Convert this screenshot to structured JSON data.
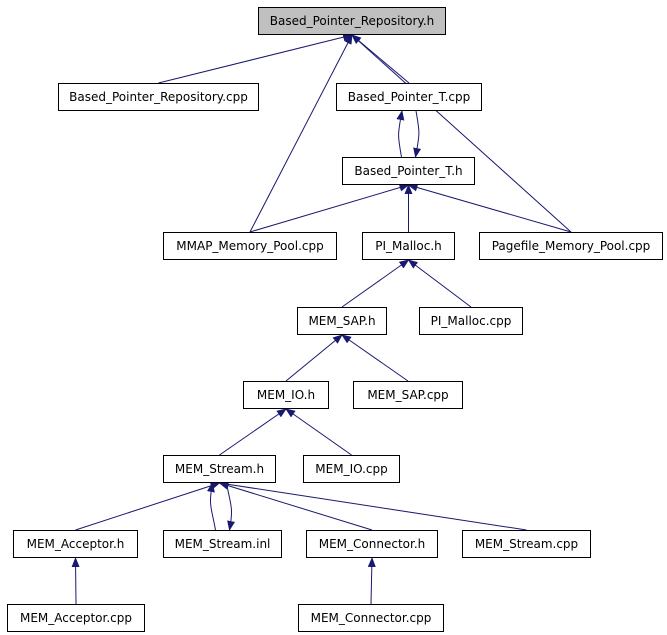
{
  "diagram": {
    "nodes": [
      {
        "id": "bpr_h",
        "label": "Based_Pointer_Repository.h",
        "highlighted": true
      },
      {
        "id": "bpr_cpp",
        "label": "Based_Pointer_Repository.cpp"
      },
      {
        "id": "bpt_cpp",
        "label": "Based_Pointer_T.cpp"
      },
      {
        "id": "bpt_h",
        "label": "Based_Pointer_T.h"
      },
      {
        "id": "mmap_cpp",
        "label": "MMAP_Memory_Pool.cpp"
      },
      {
        "id": "pi_h",
        "label": "PI_Malloc.h"
      },
      {
        "id": "pagefile_cpp",
        "label": "Pagefile_Memory_Pool.cpp"
      },
      {
        "id": "memsap_h",
        "label": "MEM_SAP.h"
      },
      {
        "id": "pi_cpp",
        "label": "PI_Malloc.cpp"
      },
      {
        "id": "memio_h",
        "label": "MEM_IO.h"
      },
      {
        "id": "memsap_cpp",
        "label": "MEM_SAP.cpp"
      },
      {
        "id": "memstream_h",
        "label": "MEM_Stream.h"
      },
      {
        "id": "memio_cpp",
        "label": "MEM_IO.cpp"
      },
      {
        "id": "memacc_h",
        "label": "MEM_Acceptor.h"
      },
      {
        "id": "memstream_inl",
        "label": "MEM_Stream.inl"
      },
      {
        "id": "memconn_h",
        "label": "MEM_Connector.h"
      },
      {
        "id": "memstream_cpp",
        "label": "MEM_Stream.cpp"
      },
      {
        "id": "memacc_cpp",
        "label": "MEM_Acceptor.cpp"
      },
      {
        "id": "memconn_cpp",
        "label": "MEM_Connector.cpp"
      }
    ],
    "edges": [
      {
        "from": "bpr_cpp",
        "to": "bpr_h"
      },
      {
        "from": "mmap_cpp",
        "to": "bpr_h"
      },
      {
        "from": "bpt_cpp",
        "to": "bpr_h"
      },
      {
        "from": "pagefile_cpp",
        "to": "bpr_h"
      },
      {
        "from": "bpt_h",
        "to": "bpt_cpp"
      },
      {
        "from": "bpt_cpp",
        "to": "bpt_h"
      },
      {
        "from": "mmap_cpp",
        "to": "bpt_h"
      },
      {
        "from": "pi_h",
        "to": "bpt_h"
      },
      {
        "from": "pagefile_cpp",
        "to": "bpt_h"
      },
      {
        "from": "memsap_h",
        "to": "pi_h"
      },
      {
        "from": "pi_cpp",
        "to": "pi_h"
      },
      {
        "from": "memio_h",
        "to": "memsap_h"
      },
      {
        "from": "memsap_cpp",
        "to": "memsap_h"
      },
      {
        "from": "memstream_h",
        "to": "memio_h"
      },
      {
        "from": "memio_cpp",
        "to": "memio_h"
      },
      {
        "from": "memacc_h",
        "to": "memstream_h"
      },
      {
        "from": "memstream_inl",
        "to": "memstream_h"
      },
      {
        "from": "memstream_h",
        "to": "memstream_inl"
      },
      {
        "from": "memconn_h",
        "to": "memstream_h"
      },
      {
        "from": "memstream_cpp",
        "to": "memstream_h"
      },
      {
        "from": "memacc_cpp",
        "to": "memacc_h"
      },
      {
        "from": "memconn_cpp",
        "to": "memconn_h"
      }
    ],
    "colors": {
      "edge": "#191970",
      "node_border": "#000000",
      "node_fill": "#ffffff",
      "highlight_fill": "#c0c0c0"
    }
  }
}
